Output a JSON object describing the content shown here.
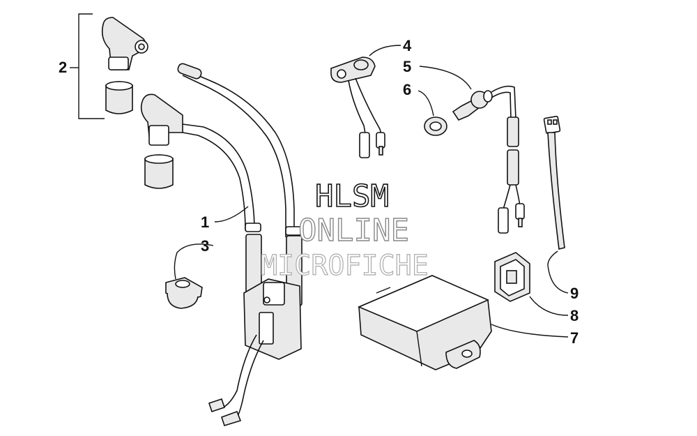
{
  "watermark": {
    "line1": "HLSM",
    "line2": "ONLINE",
    "line3": "MICROFICHE"
  },
  "callouts": [
    {
      "id": "1",
      "label": "1"
    },
    {
      "id": "2",
      "label": "2"
    },
    {
      "id": "3",
      "label": "3"
    },
    {
      "id": "4",
      "label": "4"
    },
    {
      "id": "5",
      "label": "5"
    },
    {
      "id": "6",
      "label": "6"
    },
    {
      "id": "7",
      "label": "7"
    },
    {
      "id": "8",
      "label": "8"
    },
    {
      "id": "9",
      "label": "9"
    }
  ]
}
